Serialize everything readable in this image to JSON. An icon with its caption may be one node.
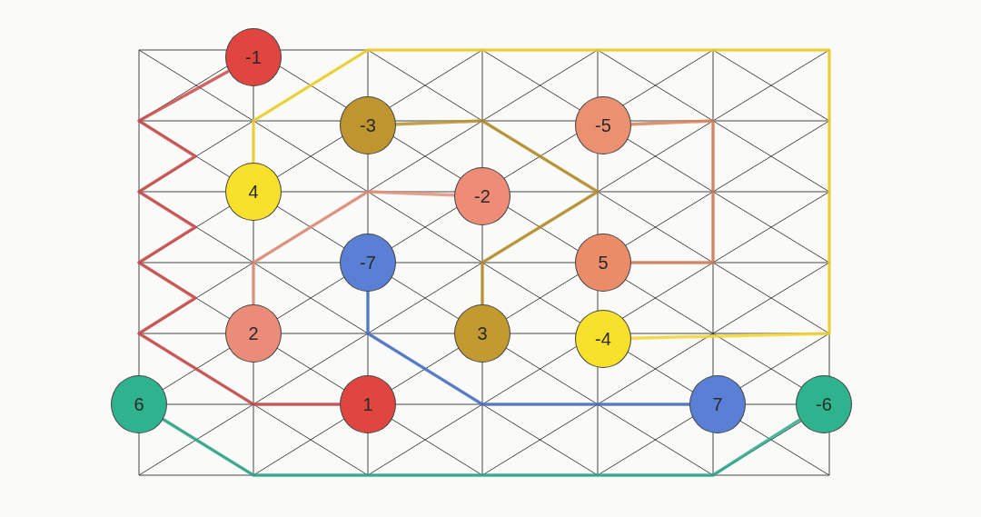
{
  "diagram": {
    "nodes": [
      {
        "text": [
          "-1"
        ]
      },
      {
        "text": [
          "-3"
        ]
      },
      {
        "text": [
          "-5"
        ]
      },
      {
        "text": [
          "4"
        ]
      },
      {
        "text": [
          "-2"
        ]
      },
      {
        "text": [
          "-7"
        ]
      },
      {
        "text": [
          "5"
        ]
      },
      {
        "text": [
          "2"
        ]
      },
      {
        "text": [
          "3"
        ]
      },
      {
        "text": [
          "-4"
        ]
      },
      {
        "text": [
          "6"
        ]
      },
      {
        "text": [
          "1"
        ]
      },
      {
        "text": [
          "7"
        ]
      },
      {
        "text": [
          "-6"
        ]
      }
    ],
    "edges": [
      {
        "from": 0,
        "to": 11,
        "arrow": "none",
        "color": "#c94a4a"
      },
      {
        "from": 7,
        "to": 4,
        "arrow": "none",
        "color": "#e0907a"
      },
      {
        "from": 1,
        "to": 8,
        "arrow": "none",
        "color": "#b8902c"
      },
      {
        "from": 3,
        "to": 9,
        "arrow": "none",
        "color": "#f2d530"
      },
      {
        "from": 2,
        "to": 6,
        "arrow": "none",
        "color": "#d98059"
      },
      {
        "from": 10,
        "to": 13,
        "arrow": "none",
        "color": "#2aa88a"
      },
      {
        "from": 5,
        "to": 12,
        "arrow": "none",
        "color": "#4a72c8"
      }
    ]
  }
}
